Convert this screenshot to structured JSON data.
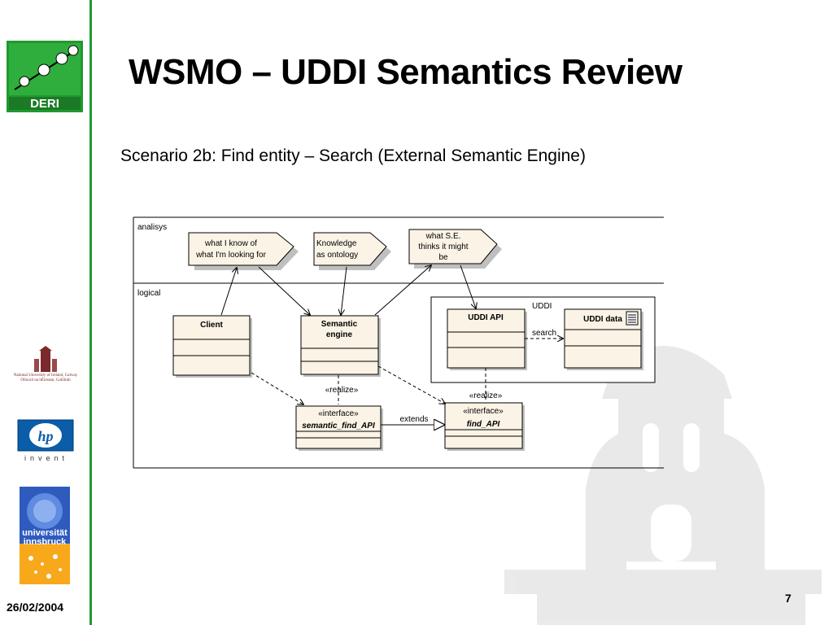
{
  "slide": {
    "title": "WSMO – UDDI Semantics Review",
    "subtitle": "Scenario 2b: Find entity – Search (External Semantic Engine)",
    "date": "26/02/2004",
    "page_number": "7"
  },
  "logos": {
    "deri": "DERI",
    "nui": "National University of Ireland, Galway\nOllscoil na hÉireann, Gaillimh",
    "hp": "hp",
    "hp_tagline": "invent",
    "uibk_line1": "universität",
    "uibk_line2": "innsbruck"
  },
  "diagram": {
    "lanes": {
      "analysis": "analisys",
      "logical": "logical"
    },
    "notes": {
      "what_i_know": [
        "what I know of",
        "what I'm looking for"
      ],
      "knowledge": [
        "Knowledge",
        "as ontology"
      ],
      "what_se_thinks": [
        "what S.E.",
        "thinks it might",
        "be"
      ]
    },
    "classes": {
      "client": "Client",
      "semantic_engine": [
        "Semantic",
        "engine"
      ],
      "uddi_api": "UDDI API",
      "uddi_data": "UDDI data"
    },
    "package": "UDDI",
    "interfaces": {
      "semantic_find_api": {
        "stereotype": "«interface»",
        "name": "semantic_find_API"
      },
      "find_api": {
        "stereotype": "«interface»",
        "name": "find_API"
      }
    },
    "relations": {
      "realize_left": "«realize»",
      "realize_right": "«realize»",
      "extends": "extends",
      "search": "search"
    }
  },
  "colors": {
    "accent_green": "#1f9a2f",
    "class_fill": "#faf3e6"
  }
}
